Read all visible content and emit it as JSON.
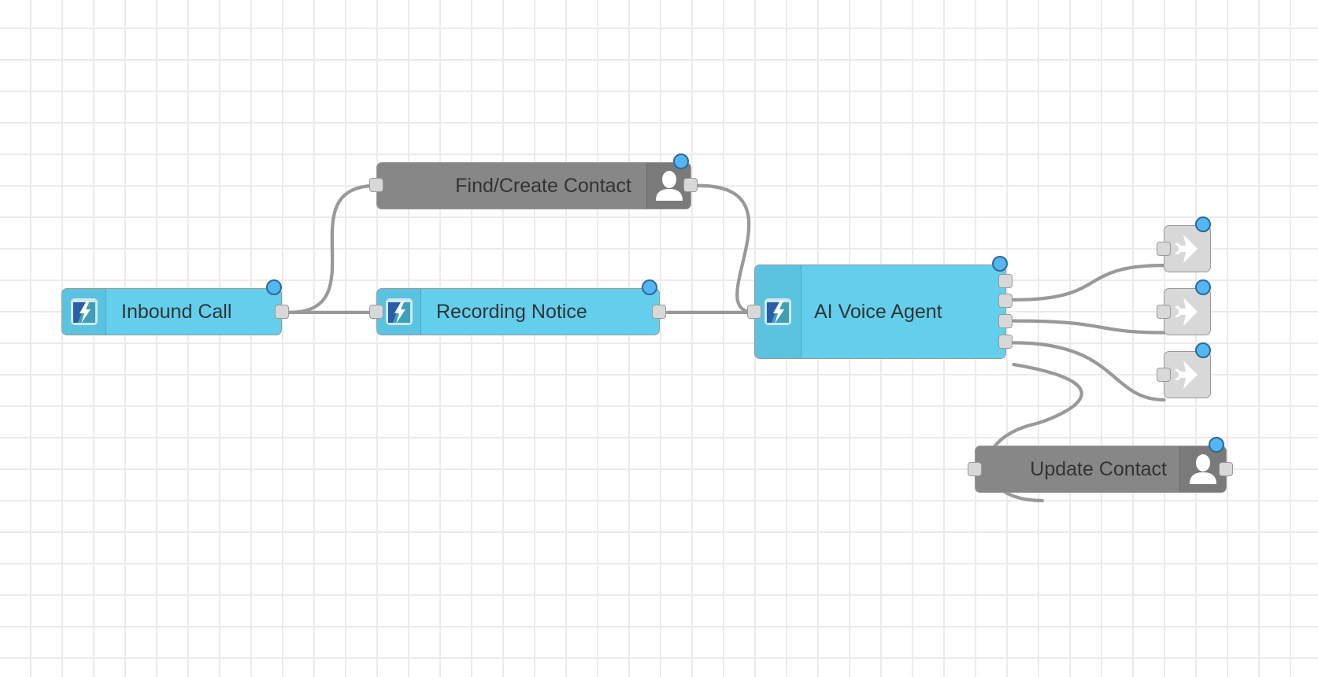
{
  "editor": {
    "canvas": "flow-workspace",
    "colors": {
      "action_node": "#63cfec",
      "contact_node": "#878787",
      "exit_node": "#d8d8d8",
      "status_dot": "#55b6f5",
      "wire": "#999999"
    },
    "nodes": [
      {
        "id": "inbound_call",
        "label": "Inbound Call",
        "type": "trigger",
        "icon": "lightning-icon"
      },
      {
        "id": "find_create_contact",
        "label": "Find/Create Contact",
        "type": "contact",
        "icon": "person-icon"
      },
      {
        "id": "recording_notice",
        "label": "Recording Notice",
        "type": "action",
        "icon": "lightning-icon"
      },
      {
        "id": "ai_voice_agent",
        "label": "AI Voice Agent",
        "type": "action",
        "icon": "lightning-icon",
        "outputs": 4
      },
      {
        "id": "exit_1",
        "label": "",
        "type": "exit",
        "icon": "exit-arrow-icon"
      },
      {
        "id": "exit_2",
        "label": "",
        "type": "exit",
        "icon": "exit-arrow-icon"
      },
      {
        "id": "exit_3",
        "label": "",
        "type": "exit",
        "icon": "exit-arrow-icon"
      },
      {
        "id": "update_contact",
        "label": "Update Contact",
        "type": "contact",
        "icon": "person-icon"
      }
    ],
    "connections": [
      {
        "from": "inbound_call",
        "to": "find_create_contact"
      },
      {
        "from": "inbound_call",
        "to": "recording_notice"
      },
      {
        "from": "find_create_contact",
        "to": "ai_voice_agent"
      },
      {
        "from": "recording_notice",
        "to": "ai_voice_agent"
      },
      {
        "from": "ai_voice_agent",
        "output": 1,
        "to": "exit_1"
      },
      {
        "from": "ai_voice_agent",
        "output": 2,
        "to": "exit_2"
      },
      {
        "from": "ai_voice_agent",
        "output": 3,
        "to": "exit_3"
      },
      {
        "from": "ai_voice_agent",
        "output": 4,
        "to": "update_contact"
      }
    ]
  }
}
